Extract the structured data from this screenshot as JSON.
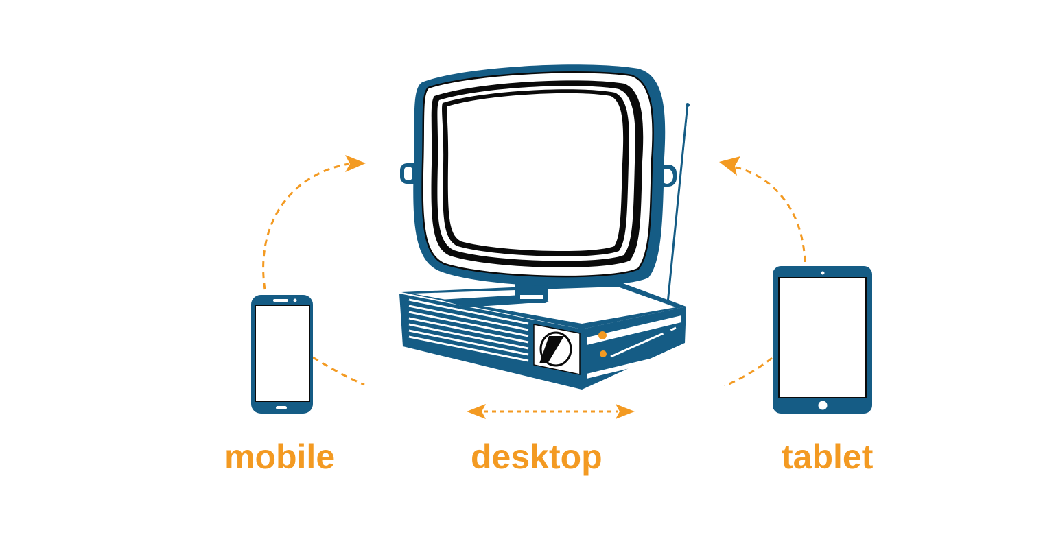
{
  "colors": {
    "device": "#155c85",
    "accent": "#f39a22",
    "screen": "#ffffff",
    "outline": "#0a0a0a"
  },
  "devices": [
    {
      "key": "mobile",
      "label": "mobile",
      "icon": "smartphone-icon"
    },
    {
      "key": "desktop",
      "label": "desktop",
      "icon": "retro-tv-icon"
    },
    {
      "key": "tablet",
      "label": "tablet",
      "icon": "tablet-icon"
    }
  ],
  "connectors": [
    {
      "from": "mobile",
      "to": "desktop",
      "style": "dashed-arrow"
    },
    {
      "from": "tablet",
      "to": "desktop",
      "style": "dashed-arrow"
    },
    {
      "from": "desktop",
      "to": "desktop",
      "style": "dotted-double-arrow"
    }
  ]
}
